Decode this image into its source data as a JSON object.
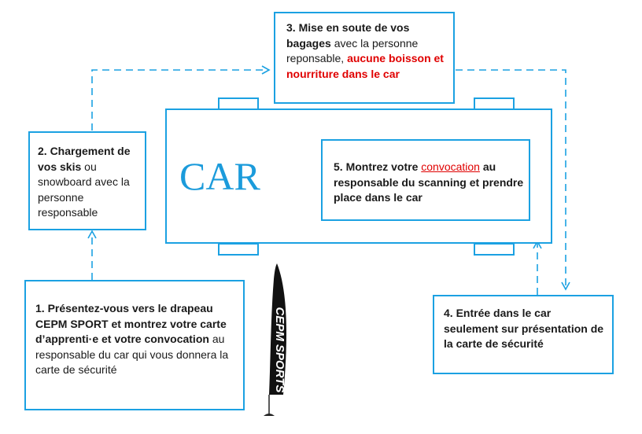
{
  "car_label": "CAR",
  "flag_text": "CEPM SPORTS",
  "colors": {
    "accent": "#1ba1e2",
    "warning": "#e00000",
    "car_text": "#1b9bdb"
  },
  "steps": {
    "step1": {
      "bold": "1. Présentez-vous vers le drapeau CEPM SPORT et montrez votre carte d’apprenti·e et votre convocation",
      "normal": " au responsable du car qui vous donnera la carte de sécurité"
    },
    "step2": {
      "bold": "2. Chargement de vos skis",
      "normal": " ou snowboard avec la personne responsable"
    },
    "step3": {
      "bold": "3. Mise en soute de vos bagages",
      "normal": " avec la personne reponsable, ",
      "red": "aucune boisson et nourriture dans le car"
    },
    "step4": {
      "bold": "4. Entrée dans le car seulement sur présentation de la carte de sécurité"
    },
    "step5": {
      "bold_pre": "5. Montrez votre ",
      "link": "convocation",
      "bold_post": " au responsable du scanning et prendre place dans le car"
    }
  }
}
